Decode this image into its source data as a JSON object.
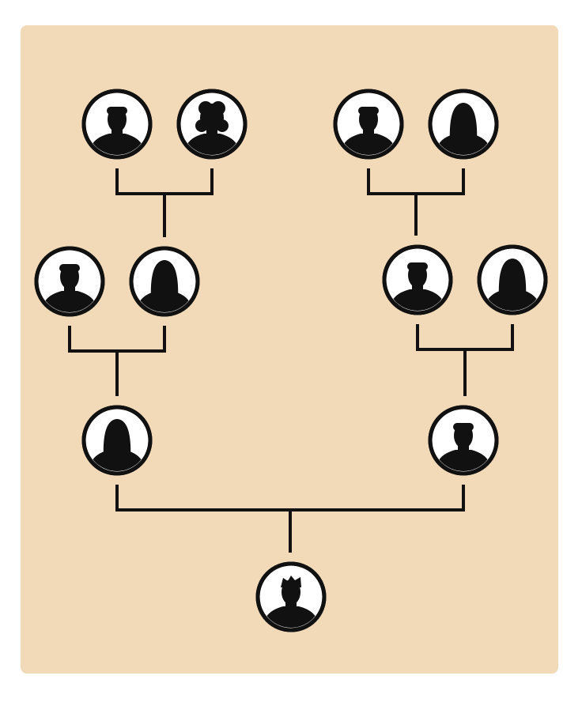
{
  "colors": {
    "panel_background": "#F2DAB8",
    "line": "#111111",
    "silhouette": "#111111",
    "avatar_fill": "#ffffff"
  },
  "tree": {
    "generations": 4,
    "people": [
      {
        "id": "pgf-paternal",
        "generation": 1,
        "silhouette": "male"
      },
      {
        "id": "pgm-paternal",
        "generation": 1,
        "silhouette": "female-curly"
      },
      {
        "id": "mgf-paternal",
        "generation": 1,
        "silhouette": "male"
      },
      {
        "id": "mgm-paternal",
        "generation": 1,
        "silhouette": "female-long"
      },
      {
        "id": "grandfather-left",
        "generation": 2,
        "silhouette": "male"
      },
      {
        "id": "grandmother-left",
        "generation": 2,
        "silhouette": "female-long"
      },
      {
        "id": "grandfather-right",
        "generation": 2,
        "silhouette": "male"
      },
      {
        "id": "grandmother-right",
        "generation": 2,
        "silhouette": "female-long"
      },
      {
        "id": "mother",
        "generation": 3,
        "silhouette": "female-long"
      },
      {
        "id": "father",
        "generation": 3,
        "silhouette": "male"
      },
      {
        "id": "child",
        "generation": 4,
        "silhouette": "male-spiky"
      }
    ],
    "unions": [
      {
        "partners": [
          "pgf-paternal",
          "pgm-paternal"
        ],
        "child": "grandmother-left"
      },
      {
        "partners": [
          "mgf-paternal",
          "mgm-paternal"
        ],
        "child": "grandfather-right"
      },
      {
        "partners": [
          "grandfather-left",
          "grandmother-left"
        ],
        "child": "mother"
      },
      {
        "partners": [
          "grandfather-right",
          "grandmother-right"
        ],
        "child": "father"
      },
      {
        "partners": [
          "mother",
          "father"
        ],
        "child": "child"
      }
    ]
  }
}
